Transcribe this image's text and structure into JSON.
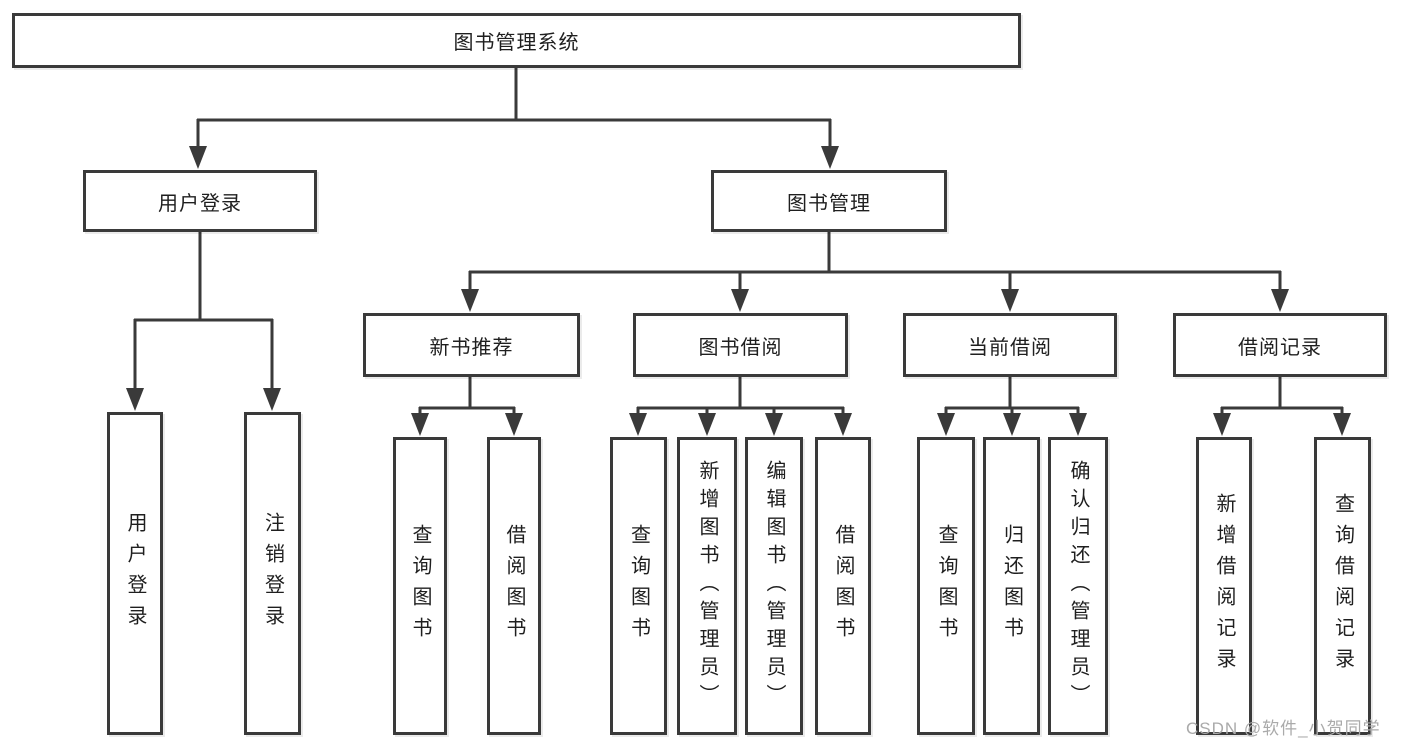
{
  "diagram_type": "hierarchy-tree",
  "colors": {
    "line": "#3a3a3a",
    "box_border": "#3a3a3a",
    "box_fill": "#ffffff",
    "text": "#1f1f1f",
    "watermark": "#aaaaaa",
    "background": "#ffffff"
  },
  "tree": {
    "root": {
      "label": "图书管理系统"
    },
    "branches": [
      {
        "label": "用户登录",
        "children": [
          {
            "label": "用户登录"
          },
          {
            "label": "注销登录"
          }
        ]
      },
      {
        "label": "图书管理",
        "children": [
          {
            "label": "新书推荐",
            "children": [
              {
                "label": "查询图书"
              },
              {
                "label": "借阅图书"
              }
            ]
          },
          {
            "label": "图书借阅",
            "children": [
              {
                "label": "查询图书"
              },
              {
                "label": "新增图书（管理员）"
              },
              {
                "label": "编辑图书（管理员）"
              },
              {
                "label": "借阅图书"
              }
            ]
          },
          {
            "label": "当前借阅",
            "children": [
              {
                "label": "查询图书"
              },
              {
                "label": "归还图书"
              },
              {
                "label": "确认归还（管理员）"
              }
            ]
          },
          {
            "label": "借阅记录",
            "children": [
              {
                "label": "新增借阅记录"
              },
              {
                "label": "查询借阅记录"
              }
            ]
          }
        ]
      }
    ]
  },
  "watermark": {
    "text": "CSDN @软件_小贺同学"
  }
}
